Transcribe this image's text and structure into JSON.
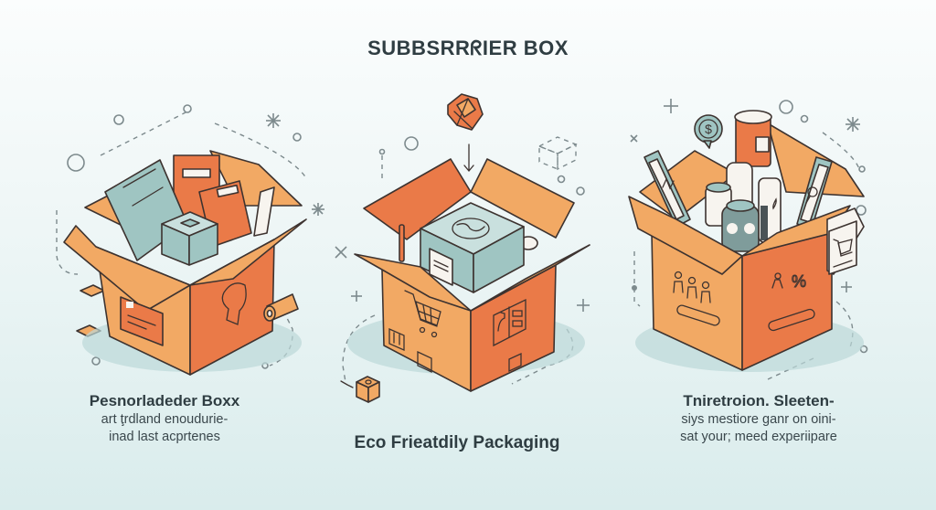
{
  "header": {
    "title": "SUBBSRRᖇIER BOX"
  },
  "colors": {
    "background_top": "#fbfdfd",
    "background_bottom": "#d9ecec",
    "box_light": "#f2a964",
    "box_dark": "#ea7a48",
    "teal_item": "#9fc5c2",
    "outline": "#3d3330",
    "decor": "#7d8a8d"
  },
  "panels": [
    {
      "id": "left",
      "heading": "Pesnorladeder Boxx",
      "lines": [
        "art ţrdland enoudurie-",
        "inad last acprtenes"
      ],
      "icons": [
        "folder-icon",
        "book-icon",
        "teal-cube-icon",
        "label-card-icon",
        "hand-tag-icon",
        "scroll-roll-icon"
      ]
    },
    {
      "id": "center",
      "heading": "Eco Frieatdily Packaging",
      "lines": [],
      "icons": [
        "wrapped-gift-icon",
        "down-arrow-icon",
        "globe-cube-icon",
        "shopping-cart-icon",
        "this-side-up-icon",
        "spray-bottle-icon",
        "small-box-icon"
      ]
    },
    {
      "id": "right",
      "heading": "Tniretroion. Sleeten-",
      "lines": [
        "siys mestiore ganr on oini-",
        "sat your; meed experiipare"
      ],
      "icons": [
        "smartphone-icon",
        "dollar-bubble-icon",
        "jar-icon",
        "bottle-icon",
        "search-phone-icon",
        "people-icon",
        "percent-icon",
        "cart-tag-icon"
      ]
    }
  ]
}
